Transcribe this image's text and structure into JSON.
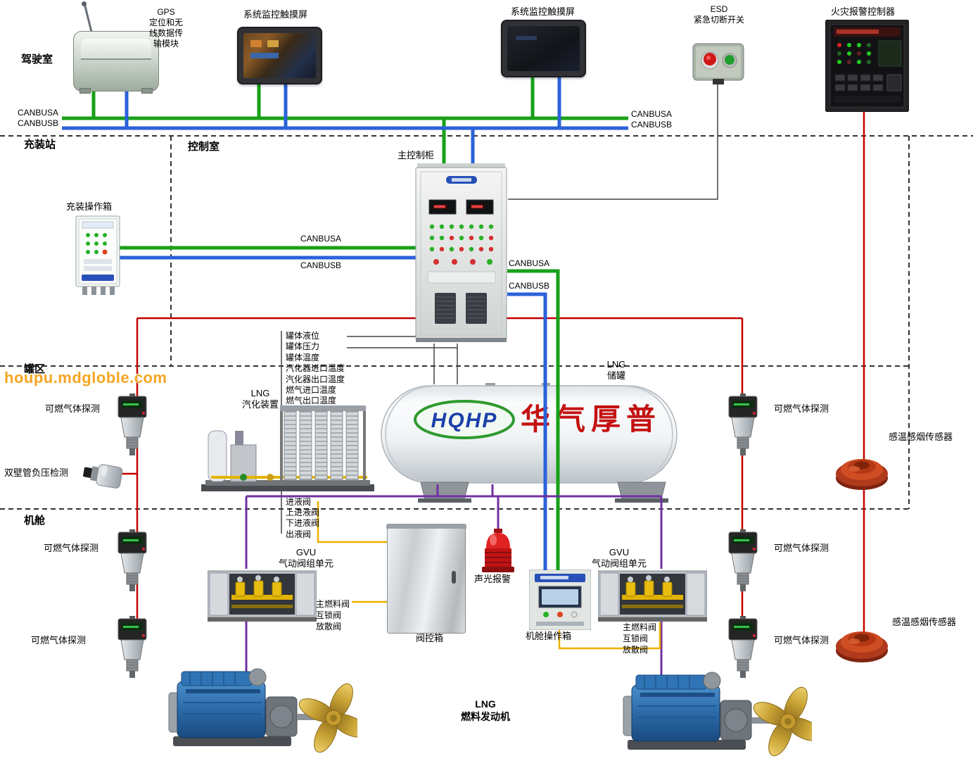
{
  "watermark": "houpu.mdgloble.com",
  "sections": {
    "bridge": "驾驶室",
    "filling_station": "充装站",
    "control_room": "控制室",
    "tank_area": "罐区",
    "engine_room": "机舱"
  },
  "bus": {
    "canbus_a": "CANBUSA",
    "canbus_b": "CANBUSB"
  },
  "devices": {
    "gps_title": "GPS",
    "gps_desc_1": "定位和无",
    "gps_desc_2": "线数据传",
    "gps_desc_3": "输模块",
    "touchscreen": "系统监控触摸屏",
    "esd_title": "ESD",
    "esd_subtitle": "紧急切断开关",
    "fire_alarm_controller": "火灾报警控制器",
    "filling_box": "充装操作箱",
    "main_cabinet": "主控制柜",
    "gas_detector": "可燃气体探测",
    "vacuum_detector": "双壁管负压检测",
    "smoke_sensor": "感温感烟传感器",
    "vaporizer_line1": "LNG",
    "vaporizer_line2": "汽化装置",
    "tank_line1": "LNG",
    "tank_line2": "储罐",
    "tank_logo": "HQHP",
    "tank_brand": "华气厚普",
    "gvu_line1": "GVU",
    "gvu_line2": "气动阀组单元",
    "alarm_beacon": "声光报警",
    "valve_control_box": "阀控箱",
    "engine_room_box": "机舱操作箱",
    "engine_line1": "LNG",
    "engine_line2": "燃料发动机"
  },
  "tank_signals": [
    "罐体液位",
    "罐体压力",
    "罐体温度",
    "汽化器进口温度",
    "汽化器出口温度",
    "燃气进口温度",
    "燃气出口温度"
  ],
  "valve_labels_top": [
    "进液阀",
    "上进液阀",
    "下进液阀",
    "出液阀"
  ],
  "valve_labels_bottom": [
    "主燃料阀",
    "互锁阀",
    "放散阀"
  ],
  "colors": {
    "canbus_a": "#18a018",
    "canbus_b": "#2b62d9",
    "alarm_line": "#c40000",
    "control_line": "#7030a0",
    "fuel_line": "#eeb000"
  }
}
